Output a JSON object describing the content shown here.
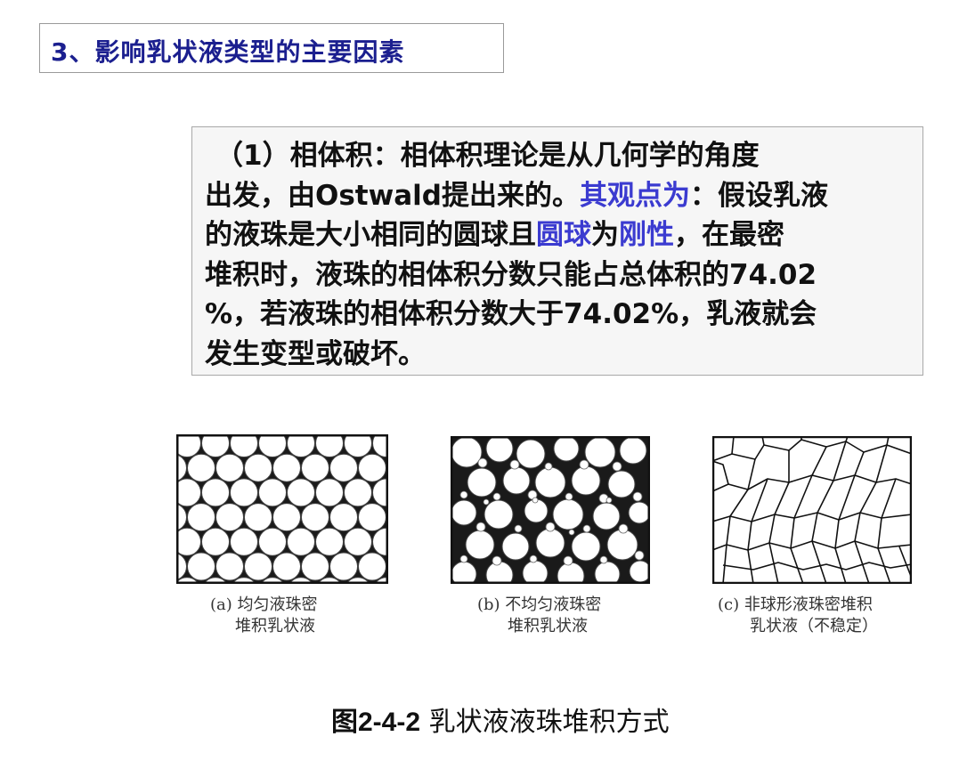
{
  "heading": "3、影响乳状液类型的主要因素",
  "paragraph": {
    "line1": "（1）相体积：相体积理论是从几何学的角度",
    "line2_a": "出发，由Ostwald提出来的。",
    "line2_b": "其观点为",
    "line2_c": "：假设乳液",
    "line3_a": "的液珠是大小相同的圆球且",
    "line3_b": "圆球",
    "line3_c": "为",
    "line3_d": "刚性",
    "line3_e": "，在最密",
    "line4": "堆积时，液珠的相体积分数只能占总体积的74.02",
    "line5": "%，若液珠的相体积分数大于74.02%，乳液就会",
    "line6": "发生变型或破坏。"
  },
  "figures": [
    {
      "caption_1": "(a) 均匀液珠密",
      "caption_2": "堆积乳状液"
    },
    {
      "caption_1": "(b) 不均匀液珠密",
      "caption_2": "堆积乳状液"
    },
    {
      "caption_1": "(c) 非球形液珠密堆积",
      "caption_2": "乳状液（不稳定）"
    }
  ],
  "figure_title": {
    "number": "图2-4-2",
    "text": " 乳状液液珠堆积方式"
  },
  "colors": {
    "heading": "#1b1f8f",
    "highlight": "#3b3bd0",
    "text": "#111111"
  }
}
